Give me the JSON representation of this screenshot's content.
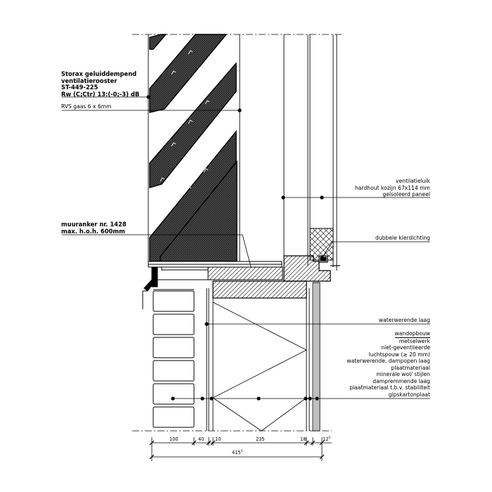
{
  "labels": {
    "grille": [
      "Storax geluiddempend",
      "ventilatierooster",
      "ST-449-225",
      "Rw (C;Ctr) 13:(-0;-3) dB"
    ],
    "gauze": "RVS gaas 6 x 6mm",
    "anchor": [
      "muuranker nr. 1428",
      "max. h.o.h. 600mm"
    ],
    "hatch": [
      "ventilatieluik",
      "hardhout kozijn 67x114 mm",
      "geïsoleerd paneel"
    ],
    "seal": "dubbele kierdichting",
    "waterproof": "waterwerende laag",
    "wall_build_up": [
      "wandopbouw",
      "metselwerk",
      "niet-geventileerde",
      "luchtspouw (≥ 20 mm)",
      "waterwerende, dampopen laag",
      "plaatmateriaal",
      "minerale wol/ stijlen",
      "dampremmende laag",
      "plaatmateriaal t.b.v. stabiliteit",
      "gipskartonplaat"
    ]
  },
  "dimensions": {
    "segments": [
      "100",
      "40",
      "10",
      "235",
      "18",
      "12"
    ],
    "last_segment_superscript": "5",
    "total": "415",
    "total_superscript": "5"
  },
  "colors": {
    "line": "#000000",
    "fill_dark": "#3a3a3a",
    "background": "#ffffff"
  }
}
